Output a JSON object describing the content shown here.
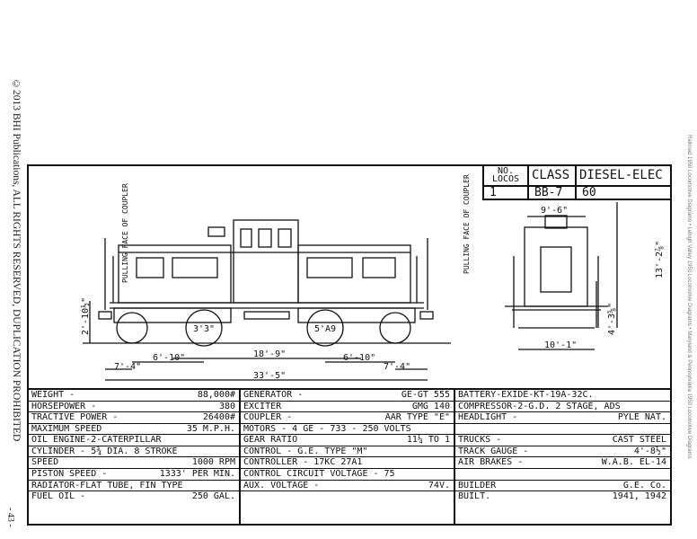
{
  "side_text": {
    "copyright": "©2013 BHI Publications, ALL RIGHTS RESERVED, DUPLICATION PROHIBITED",
    "page_number": "- 43 -",
    "right_note": "Railroad 1950 Locomotive Diagrams  •  Lehigh Valley 1950 Locomotive Diagrams  •  Maryland & Pennsylvania 1950 Locomotive Diagrams"
  },
  "header": {
    "no_locos_label": "NO. LOCOS",
    "no_locos_value": "1",
    "class_label": "CLASS",
    "class_value": "BB-7",
    "type_label": "DIESEL-ELEC",
    "type_value": "60"
  },
  "drawing": {
    "coupler_label": "PULLING FACE OF COUPLER",
    "dims": {
      "height_low": "2'-10½\"",
      "wheel_dia": "3'3\"",
      "wheel_dia_2": "5'A9",
      "truck_a": "6'-10\"",
      "truck_b": "6'-10\"",
      "end_a": "7'-4\"",
      "end_b": "7'-4\"",
      "center": "18'-9\"",
      "overall": "33'-5\"",
      "width_top": "9'-6\"",
      "height_total": "13'-2⅞\"",
      "height_mid": "4'-3⅝\"",
      "width_bottom": "10'-1\""
    }
  },
  "specs": {
    "col1": [
      {
        "label": "WEIGHT -",
        "value": "88,000#"
      },
      {
        "label": "HORSEPOWER -",
        "value": "380"
      },
      {
        "label": "TRACTIVE POWER -",
        "value": "26400#"
      },
      {
        "label": "MAXIMUM SPEED",
        "value": "35 M.P.H."
      },
      {
        "label": "OIL ENGINE-2-CATERPILLAR",
        "value": ""
      },
      {
        "label": "CYLINDER - 5¾ DIA. 8 STROKE",
        "value": ""
      },
      {
        "label": "SPEED",
        "value": "1000 RPM"
      },
      {
        "label": "PISTON SPEED -",
        "value": "1333' PER MIN."
      },
      {
        "label": "RADIATOR-FLAT TUBE, FIN TYPE",
        "value": ""
      },
      {
        "label": "FUEL OIL -",
        "value": "250 GAL."
      }
    ],
    "col2": [
      {
        "label": "GENERATOR -",
        "value": "GE-GT 555"
      },
      {
        "label": "EXCITER",
        "value": "GMG 140"
      },
      {
        "label": "COUPLER -",
        "value": "AAR TYPE \"E\""
      },
      {
        "label": "MOTORS - 4 GE - 733 - 250 VOLTS",
        "value": ""
      },
      {
        "label": "GEAR RATIO",
        "value": "11¼ TO 1"
      },
      {
        "label": "CONTROL - G.E. TYPE \"M\"",
        "value": ""
      },
      {
        "label": "CONTROLLER - 17KC 27A1",
        "value": ""
      },
      {
        "label": "CONTROL CIRCUIT VOLTAGE - 75",
        "value": ""
      },
      {
        "label": "AUX. VOLTAGE -",
        "value": "74V."
      },
      {
        "label": "",
        "value": ""
      }
    ],
    "col3": [
      {
        "label": "BATTERY-EXIDE-KT-19A-32C.",
        "value": ""
      },
      {
        "label": "COMPRESSOR-2-G.D. 2 STAGE, ADS",
        "value": ""
      },
      {
        "label": "HEADLIGHT -",
        "value": "PYLE NAT."
      },
      {
        "label": "",
        "value": ""
      },
      {
        "label": "TRUCKS -",
        "value": "CAST STEEL"
      },
      {
        "label": "TRACK GAUGE -",
        "value": "4'-8½\""
      },
      {
        "label": "AIR BRAKES -",
        "value": "W.A.B. EL-14"
      },
      {
        "label": "",
        "value": ""
      },
      {
        "label": "BUILDER",
        "value": "G.E. Co."
      },
      {
        "label": "BUILT.",
        "value": "1941, 1942"
      }
    ]
  }
}
